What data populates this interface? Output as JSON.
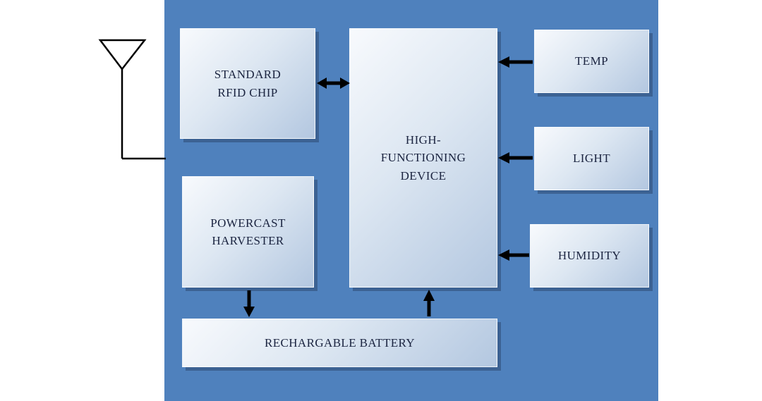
{
  "colors": {
    "bg_panel": "#4f81bd",
    "box_grad_top": "#f8fafd",
    "box_grad_bottom": "#b3c7e0",
    "arrow": "#000000",
    "text": "#1b2440"
  },
  "diagram": {
    "boxes": [
      {
        "id": "standard-rfid-chip",
        "label": "STANDARD\nRFID CHIP"
      },
      {
        "id": "high-functioning-device",
        "label": "HIGH-\nFUNCTIONING\nDEVICE"
      },
      {
        "id": "temp",
        "label": "TEMP"
      },
      {
        "id": "light",
        "label": "LIGHT"
      },
      {
        "id": "humidity",
        "label": "HUMIDITY"
      },
      {
        "id": "powercast-harvester",
        "label": "POWERCAST\nHARVESTER"
      },
      {
        "id": "rechargable-battery",
        "label": "RECHARGABLE BATTERY"
      }
    ],
    "connections": [
      {
        "from": "antenna",
        "to": "standard-rfid-chip",
        "type": "wire"
      },
      {
        "from": "standard-rfid-chip",
        "to": "high-functioning-device",
        "type": "double-arrow"
      },
      {
        "from": "temp",
        "to": "high-functioning-device",
        "type": "arrow"
      },
      {
        "from": "light",
        "to": "high-functioning-device",
        "type": "arrow"
      },
      {
        "from": "humidity",
        "to": "high-functioning-device",
        "type": "arrow"
      },
      {
        "from": "powercast-harvester",
        "to": "rechargable-battery",
        "type": "arrow"
      },
      {
        "from": "rechargable-battery",
        "to": "high-functioning-device",
        "type": "arrow"
      }
    ]
  }
}
